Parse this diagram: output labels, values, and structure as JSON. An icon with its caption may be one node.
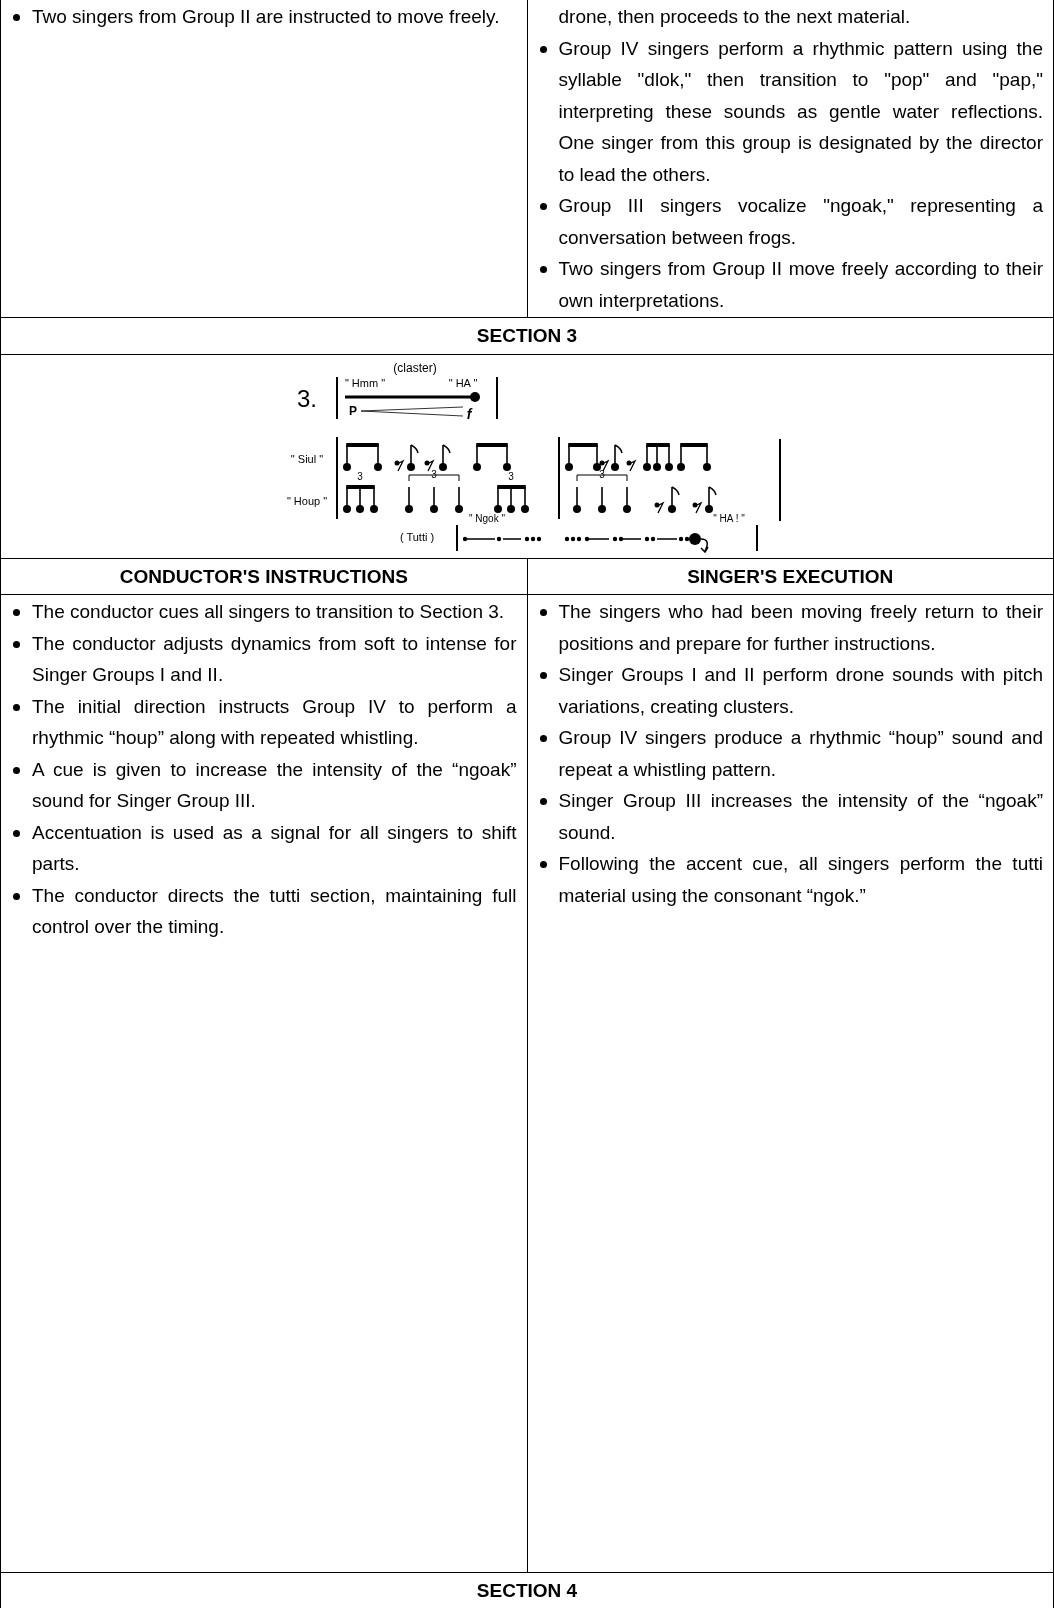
{
  "diagram": {
    "labels": [
      "Two singers from Group II are instructed to move freely.",
      "drone, then proceeds to the next material.",
      "Group IV singers perform a rhythmic pattern using the syllable \"dlok,\" then transition to \"pop\" and \"pap,\" interpreting these sounds as gentle water reflections. One singer from this group is designated by the director to lead the others.",
      "Group III singers vocalize \"ngoak,\" representing a conversation between frogs.",
      "Two singers from Group II move freely according to their own interpretations.",
      "SECTION 3",
      "(claster)",
      "3.",
      "\" Hmm \"",
      "\" HA \"",
      "P",
      "f",
      "\" Siul \"",
      "3",
      "3",
      "3",
      "3",
      "\" Houp \"",
      "\" Ngok \"",
      "\" HA ! \"",
      "( Tutti )",
      "CONDUCTOR'S INSTRUCTIONS",
      "SINGER'S EXECUTION",
      "The conductor cues all singers to transition to Section 3.",
      "The conductor adjusts dynamics from soft to intense for Singer Groups I and II.",
      "The initial direction instructs Group IV to perform a rhythmic “houp” along with repeated whistling.",
      "A cue is given to increase the intensity of the “ngoak” sound for Singer Group III.",
      "Accentuation is used as a signal for all singers to shift parts.",
      "The conductor directs the tutti section, maintaining full control over the timing.",
      "The singers who had been moving freely return to their positions and prepare for further instructions.",
      "Singer Groups I and II perform drone sounds with pitch variations, creating clusters.",
      "Group IV singers produce a rhythmic “houp” sound and repeat a whistling pattern.",
      "Singer Group III increases the intensity of the “ngoak” sound.",
      "Following the accent cue, all singers perform the tutti material using the consonant “ngok.”",
      "SECTION 4"
    ]
  }
}
